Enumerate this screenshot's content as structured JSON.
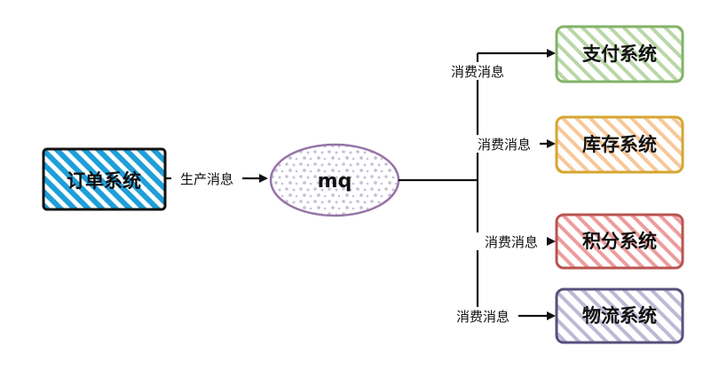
{
  "nodes": {
    "order": {
      "label": "订单系统",
      "stroke": "#111111",
      "fill": "#1e9fd8"
    },
    "mq": {
      "label": "mq",
      "stroke": "#9673a6",
      "fill": "#c9c0d3"
    },
    "pay": {
      "label": "支付系统",
      "stroke": "#82b366",
      "fill": "#b9d7a8"
    },
    "stock": {
      "label": "库存系统",
      "stroke": "#d6a630",
      "fill": "#f7c89a"
    },
    "points": {
      "label": "积分系统",
      "stroke": "#b85450",
      "fill": "#ee9c9c"
    },
    "logistics": {
      "label": "物流系统",
      "stroke": "#56517e",
      "fill": "#bdb9d6"
    }
  },
  "edges": {
    "produce": "生产消息",
    "consume_pay": "消费消息",
    "consume_stock": "消费消息",
    "consume_points": "消费消息",
    "consume_logistics": "消费消息"
  }
}
